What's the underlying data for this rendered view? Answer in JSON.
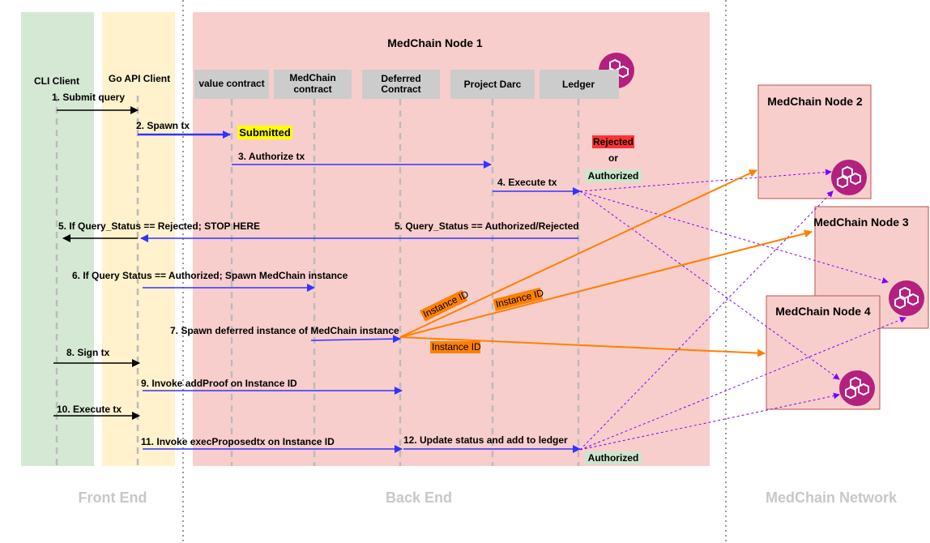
{
  "sections": {
    "front_end": "Front End",
    "back_end": "Back End",
    "network": "MedChain Network"
  },
  "node1": {
    "title": "MedChain Node 1"
  },
  "network_nodes": [
    {
      "title": "MedChain Node 2"
    },
    {
      "title": "MedChain Node 3"
    },
    {
      "title": "MedChain Node 4"
    }
  ],
  "lanes": {
    "cli": "CLI Client",
    "go_api": "Go API Client",
    "value_contract": "value contract",
    "medchain_contract": "MedChain contract",
    "deferred_contract": "Deferred Contract",
    "project_darc": "Project Darc",
    "ledger": "Ledger"
  },
  "status": {
    "submitted": "Submitted",
    "rejected": "Rejected",
    "or": "or",
    "authorized": "Authorized",
    "authorized_final": "Authorized"
  },
  "steps": {
    "s1": "1. Submit query",
    "s2": "2. Spawn tx",
    "s3": "3. Authorize tx",
    "s4": "4. Execute tx",
    "s5a": "5. If Query_Status == Rejected; STOP HERE",
    "s5b": "5. Query_Status == Authorized/Rejected",
    "s6": "6. If Query Status == Authorized; Spawn MedChain instance",
    "s7": "7. Spawn deferred instance of MedChain instance",
    "s8": "8. Sign tx",
    "s9": "9. Invoke addProof on Instance ID",
    "s10": "10. Execute tx",
    "s11": "11. Invoke execProposedtx on Instance ID",
    "s12": "12. Update status and add to ledger"
  },
  "instance_labels": [
    "Instance ID",
    "Instance ID",
    "Instance ID"
  ],
  "colors": {
    "front_cli": "#d5e8d4",
    "front_api": "#fff2cc",
    "backend": "#f8cecc",
    "network_node": "#f8cecc",
    "lane_header": "#cccccc",
    "lifeline": "#bbbbbb",
    "blue_arrow": "#3333ff",
    "orange_arrow": "#ff8000",
    "purple_dashed": "#7f00ff",
    "logo": "#b3207e",
    "submitted_bg": "#ffff00",
    "rejected_bg": "#ff3333",
    "authorized_bg": "#cce5cc",
    "instance_bg": "#ff8000"
  },
  "icons": [
    "medchain-logo-icon"
  ]
}
